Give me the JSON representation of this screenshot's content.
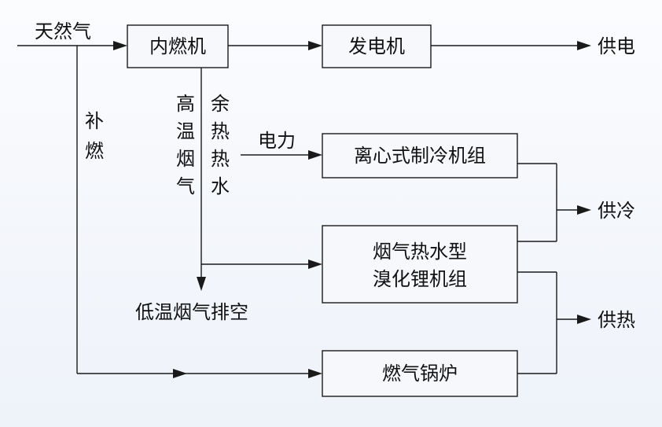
{
  "nodes": {
    "ice": "内燃机",
    "generator": "发电机",
    "centrifugal_chiller": "离心式制冷机组",
    "absorption_chiller_line1": "烟气热水型",
    "absorption_chiller_line2": "溴化锂机组",
    "gas_boiler": "燃气锅炉"
  },
  "labels": {
    "natural_gas": "天然气",
    "supplementary_firing": [
      "补",
      "燃"
    ],
    "high_temp_flue_gas": [
      "高",
      "温",
      "烟",
      "气"
    ],
    "waste_heat_water": [
      "余",
      "热",
      "热",
      "水"
    ],
    "electricity": "电力",
    "low_temp_exhaust": "低温烟气排空"
  },
  "outputs": {
    "power_supply": "供电",
    "cooling_supply": "供冷",
    "heating_supply": "供热"
  }
}
